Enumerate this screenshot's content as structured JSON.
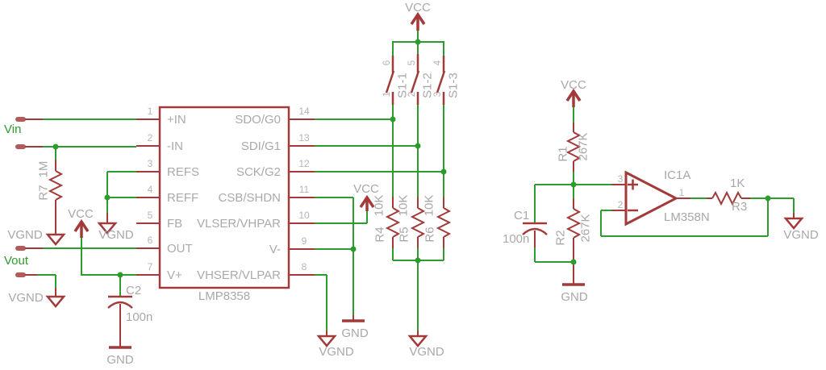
{
  "colors": {
    "wire": "#2d9b2d",
    "symbol": "#a33a3a",
    "text_gray": "#a8a8a8",
    "text_green": "#2d9b2d"
  },
  "ic": {
    "part": "LMP8358",
    "left_pins": [
      {
        "num": "1",
        "name": "+IN"
      },
      {
        "num": "2",
        "name": "-IN"
      },
      {
        "num": "3",
        "name": "REFS"
      },
      {
        "num": "4",
        "name": "REFF"
      },
      {
        "num": "5",
        "name": "FB"
      },
      {
        "num": "6",
        "name": "OUT"
      },
      {
        "num": "7",
        "name": "V+"
      }
    ],
    "right_pins": [
      {
        "num": "14",
        "name": "SDO/G0"
      },
      {
        "num": "13",
        "name": "SDI/G1"
      },
      {
        "num": "12",
        "name": "SCK/G2"
      },
      {
        "num": "11",
        "name": "CSB/SHDN"
      },
      {
        "num": "10",
        "name": "VLSER/VHPAR"
      },
      {
        "num": "9",
        "name": "V-"
      },
      {
        "num": "8",
        "name": "VHSER/VLPAR"
      }
    ]
  },
  "nets": {
    "vin": "Vin",
    "vout": "Vout"
  },
  "power": {
    "vcc": "VCC",
    "gnd": "GND",
    "vgnd": "VGND"
  },
  "switches": [
    {
      "name": "S1-1",
      "top_pin": "6",
      "bottom_pin": "1"
    },
    {
      "name": "S1-2",
      "top_pin": "5",
      "bottom_pin": "2"
    },
    {
      "name": "S1-3",
      "top_pin": "4",
      "bottom_pin": "3"
    }
  ],
  "resistors": {
    "r7": {
      "name": "R7",
      "value": "1M"
    },
    "r4": {
      "name": "R4",
      "value": "10K"
    },
    "r5": {
      "name": "R5",
      "value": "10K"
    },
    "r6": {
      "name": "R6",
      "value": "10K"
    },
    "r1": {
      "name": "R1",
      "value": "267K"
    },
    "r2": {
      "name": "R2",
      "value": "267K"
    },
    "r3": {
      "name": "R3",
      "value": "1K"
    }
  },
  "capacitors": {
    "c1": {
      "name": "C1",
      "value": "100n"
    },
    "c2": {
      "name": "C2",
      "value": "100n"
    }
  },
  "opamp": {
    "designator": "IC1A",
    "part": "LM358N",
    "pin_out": "1",
    "pin_in_pos": "3",
    "pin_in_neg": "2"
  }
}
